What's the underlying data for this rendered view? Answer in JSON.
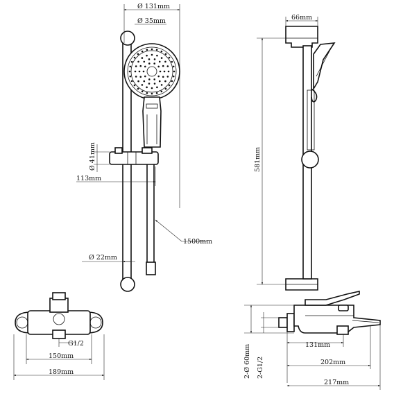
{
  "labels": {
    "width_131": "Ø 131mm",
    "dia_35": "Ø 35mm",
    "width_66": "66mm",
    "height_581": "581mm",
    "dia_41": "Ø 41mm",
    "width_113": "113mm",
    "hose_1500": "1500mm",
    "dia_22": "Ø 22mm",
    "thread_g12": "G1/2",
    "width_150": "150mm",
    "width_189": "189mm",
    "width_131b": "131mm",
    "width_202": "202mm",
    "width_217": "217mm",
    "dia_60": "2-Ø 60mm",
    "thread_2g12": "2-G1/2"
  },
  "colors": {
    "line": "#111111",
    "background": "#ffffff"
  }
}
